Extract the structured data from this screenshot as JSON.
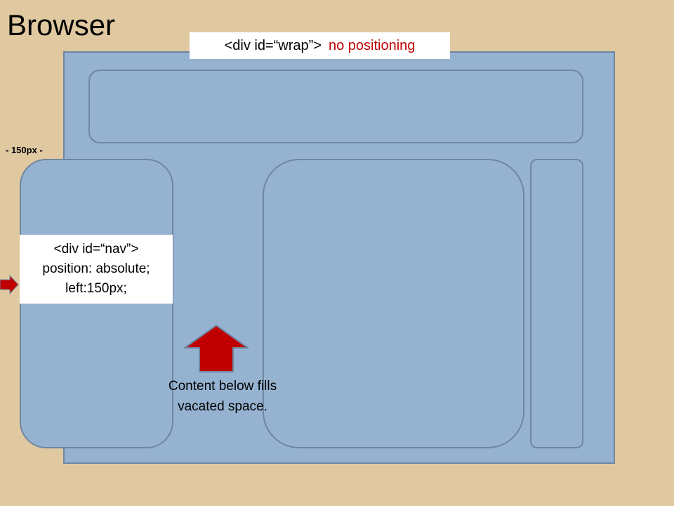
{
  "title": "Browser",
  "wrap_label": {
    "code": "<div id=“wrap”>",
    "note": "no positioning"
  },
  "nav_label": {
    "line1": "<div id=“nav”>",
    "line2": "position: absolute;",
    "line3": "left:150px;"
  },
  "offset_label": "- 150px -",
  "caption": {
    "line1": "Content below fills",
    "line2": "vacated space."
  },
  "colors": {
    "background": "#e0c9a0",
    "box_fill": "#95b3d1",
    "box_border": "#6f86a0",
    "accent_red": "#c00000",
    "arrow_fill": "#c00000",
    "arrow_stroke": "#6f86a0"
  },
  "icons": {
    "up_arrow": "up-arrow-icon",
    "right_arrow": "right-arrow-icon"
  }
}
